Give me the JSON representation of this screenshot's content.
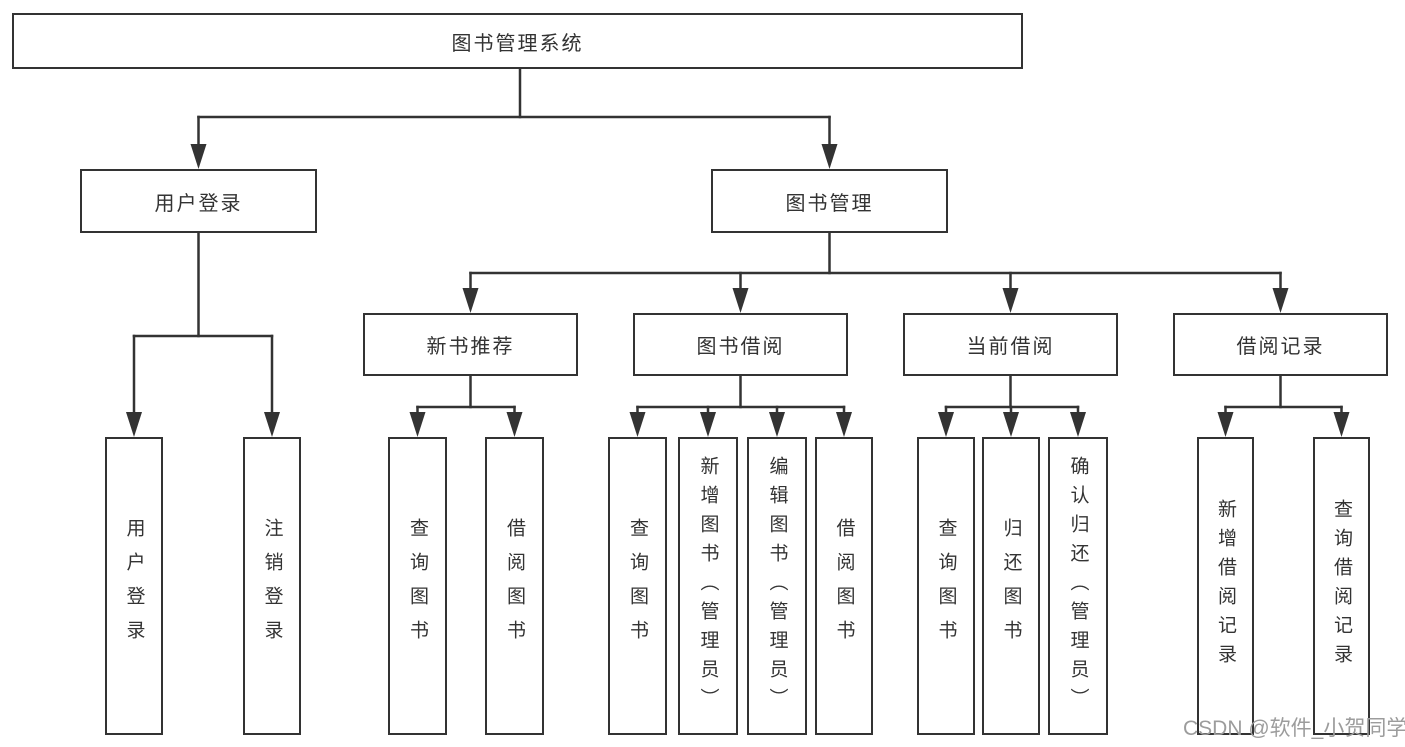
{
  "diagram": {
    "root": {
      "label": "图书管理系统"
    },
    "branches": [
      {
        "label": "用户登录",
        "children": [
          {
            "label": "用户登录"
          },
          {
            "label": "注销登录"
          }
        ]
      },
      {
        "label": "图书管理",
        "sections": [
          {
            "label": "新书推荐",
            "children": [
              {
                "label": "查询图书"
              },
              {
                "label": "借阅图书"
              }
            ]
          },
          {
            "label": "图书借阅",
            "children": [
              {
                "label": "查询图书"
              },
              {
                "label": "新增图书（管理员）"
              },
              {
                "label": "编辑图书（管理员）"
              },
              {
                "label": "借阅图书"
              }
            ]
          },
          {
            "label": "当前借阅",
            "children": [
              {
                "label": "查询图书"
              },
              {
                "label": "归还图书"
              },
              {
                "label": "确认归还（管理员）"
              }
            ]
          },
          {
            "label": "借阅记录",
            "children": [
              {
                "label": "新增借阅记录"
              },
              {
                "label": "查询借阅记录"
              }
            ]
          }
        ]
      }
    ]
  },
  "watermark": {
    "text": "CSDN @软件_小贺同学"
  },
  "colors": {
    "line": "#333333",
    "box_border": "#333333",
    "box_fill": "#ffffff",
    "text": "#333333",
    "watermark": "#9c9c9c",
    "background": "#ffffff"
  }
}
